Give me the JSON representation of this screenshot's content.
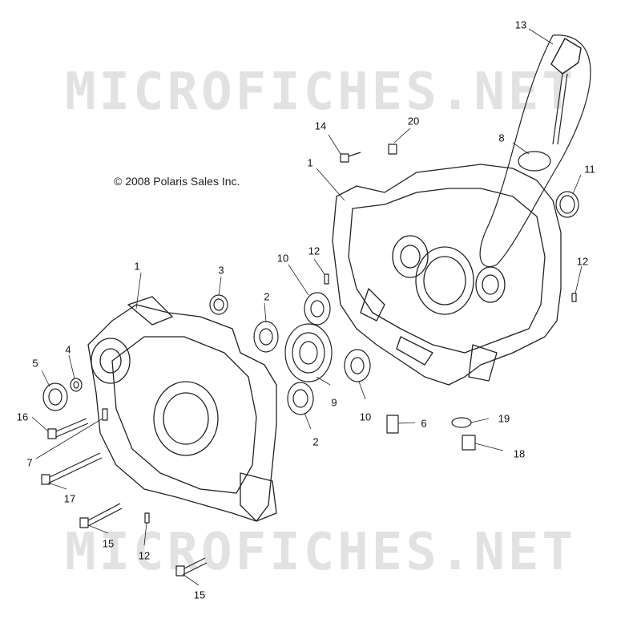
{
  "watermark": "MICROFICHES.NET",
  "copyright": "© 2008 Polaris Sales Inc.",
  "callouts": [
    "13",
    "14",
    "20",
    "8",
    "11",
    "1",
    "12",
    "10",
    "1",
    "3",
    "2",
    "12",
    "4",
    "5",
    "9",
    "16",
    "10",
    "6",
    "19",
    "2",
    "7",
    "18",
    "17",
    "15",
    "12",
    "15"
  ]
}
